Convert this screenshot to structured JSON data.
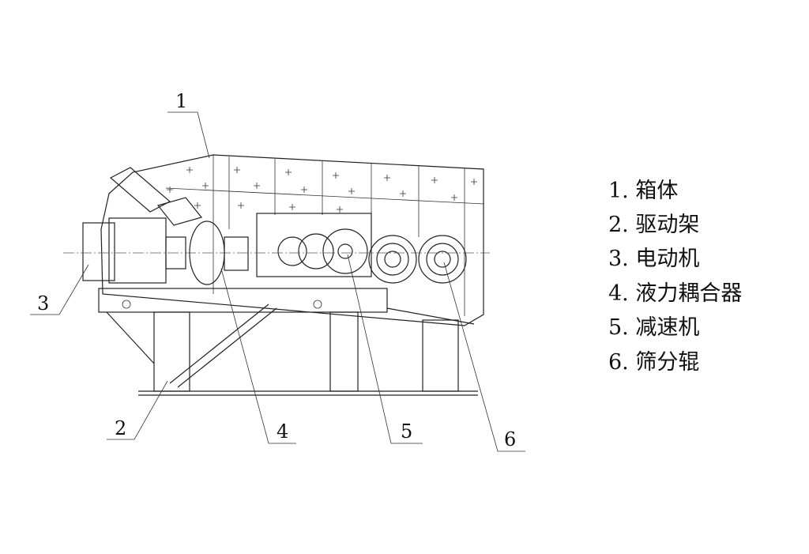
{
  "callouts": [
    "1",
    "2",
    "3",
    "4",
    "5",
    "6"
  ],
  "legend": [
    "1. 箱体",
    "2. 驱动架",
    "3. 电动机",
    "4. 液力耦合器",
    "5. 减速机",
    "6. 筛分辊"
  ]
}
